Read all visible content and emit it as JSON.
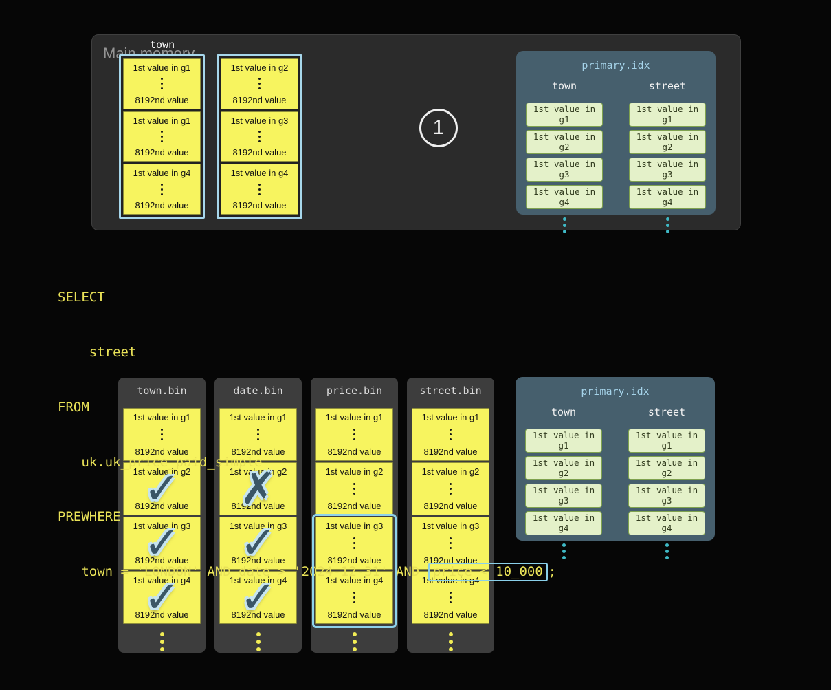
{
  "colors": {
    "background": "#060606",
    "granule_yellow": "#f7f45f",
    "highlight_blue": "#8ed2ea",
    "memory_box_gray": "#2b2b2b",
    "bin_column_gray": "#3d3d3d",
    "index_panel_slate": "#465f6d",
    "index_pill_green": "#e4f1c9",
    "teal_dots": "#3fb9c6",
    "sql_yellow": "#e9e258",
    "mark_slate": "#3a5666"
  },
  "main_memory": {
    "label": "Main memory",
    "column_label": "town",
    "step": "1",
    "stacks": [
      {
        "granules": [
          {
            "first": "1st value in g1",
            "last": "8192nd value"
          },
          {
            "first": "1st value in g1",
            "last": "8192nd value"
          },
          {
            "first": "1st value in g4",
            "last": "8192nd value"
          }
        ]
      },
      {
        "granules": [
          {
            "first": "1st value in g2",
            "last": "8192nd value"
          },
          {
            "first": "1st value in g3",
            "last": "8192nd value"
          },
          {
            "first": "1st value in g4",
            "last": "8192nd value"
          }
        ]
      }
    ]
  },
  "primary_index": {
    "title": "primary.idx",
    "columns": [
      {
        "header": "town",
        "entries": [
          "1st value in g1",
          "1st value in g2",
          "1st value in g3",
          "1st value in g4"
        ]
      },
      {
        "header": "street",
        "entries": [
          "1st value in g1",
          "1st value in g2",
          "1st value in g3",
          "1st value in g4"
        ]
      }
    ]
  },
  "query": {
    "line1": "SELECT",
    "line2": "    street",
    "line3": "FROM",
    "line4": "   uk.uk_price_paid_simple",
    "line5": "PREWHERE",
    "line6_prefix": "   town = 'LONDON' AND date > '2024-12-31' AND ",
    "line6_boxed": "price < 10_000",
    "line6_suffix": ";"
  },
  "icons": {
    "check": "✓",
    "cross": "✗"
  },
  "bin_columns": [
    {
      "title": "town.bin",
      "granules": [
        {
          "first": "1st value in g1",
          "last": "8192nd value"
        },
        {
          "first": "1st value in g2",
          "last": "8192nd value"
        },
        {
          "first": "1st value in g3",
          "last": "8192nd value"
        },
        {
          "first": "1st value in g4",
          "last": "8192nd value"
        }
      ]
    },
    {
      "title": "date.bin",
      "granules": [
        {
          "first": "1st value in g1",
          "last": "8192nd value"
        },
        {
          "first": "1st value in g2",
          "last": "8192nd value"
        },
        {
          "first": "1st value in g3",
          "last": "8192nd value"
        },
        {
          "first": "1st value in g4",
          "last": "8192nd value"
        }
      ]
    },
    {
      "title": "price.bin",
      "granules": [
        {
          "first": "1st value in g1",
          "last": "8192nd value"
        },
        {
          "first": "1st value in g2",
          "last": "8192nd value"
        },
        {
          "first": "1st value in g3",
          "last": "8192nd value"
        },
        {
          "first": "1st value in g4",
          "last": "8192nd value"
        }
      ]
    },
    {
      "title": "street.bin",
      "granules": [
        {
          "first": "1st value in g1",
          "last": "8192nd value"
        },
        {
          "first": "1st value in g2",
          "last": "8192nd value"
        },
        {
          "first": "1st value in g3",
          "last": "8192nd value"
        },
        {
          "first": "1st value in g4",
          "last": "8192nd value"
        }
      ]
    }
  ]
}
